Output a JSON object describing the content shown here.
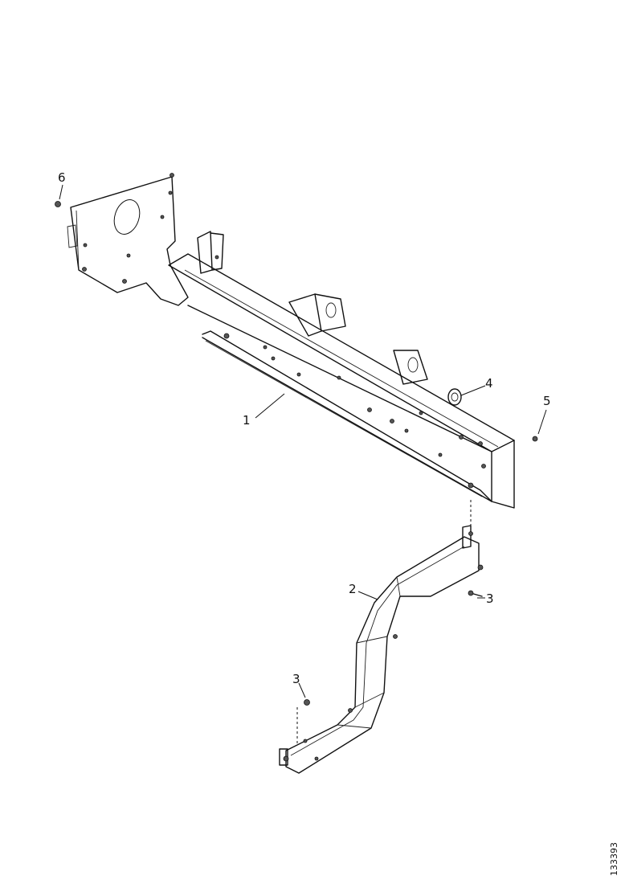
{
  "callouts": {
    "c1": "1",
    "c2": "2",
    "c3a": "3",
    "c3b": "3",
    "c4": "4",
    "c5": "5",
    "c6": "6"
  },
  "drawing_ref": "133393"
}
